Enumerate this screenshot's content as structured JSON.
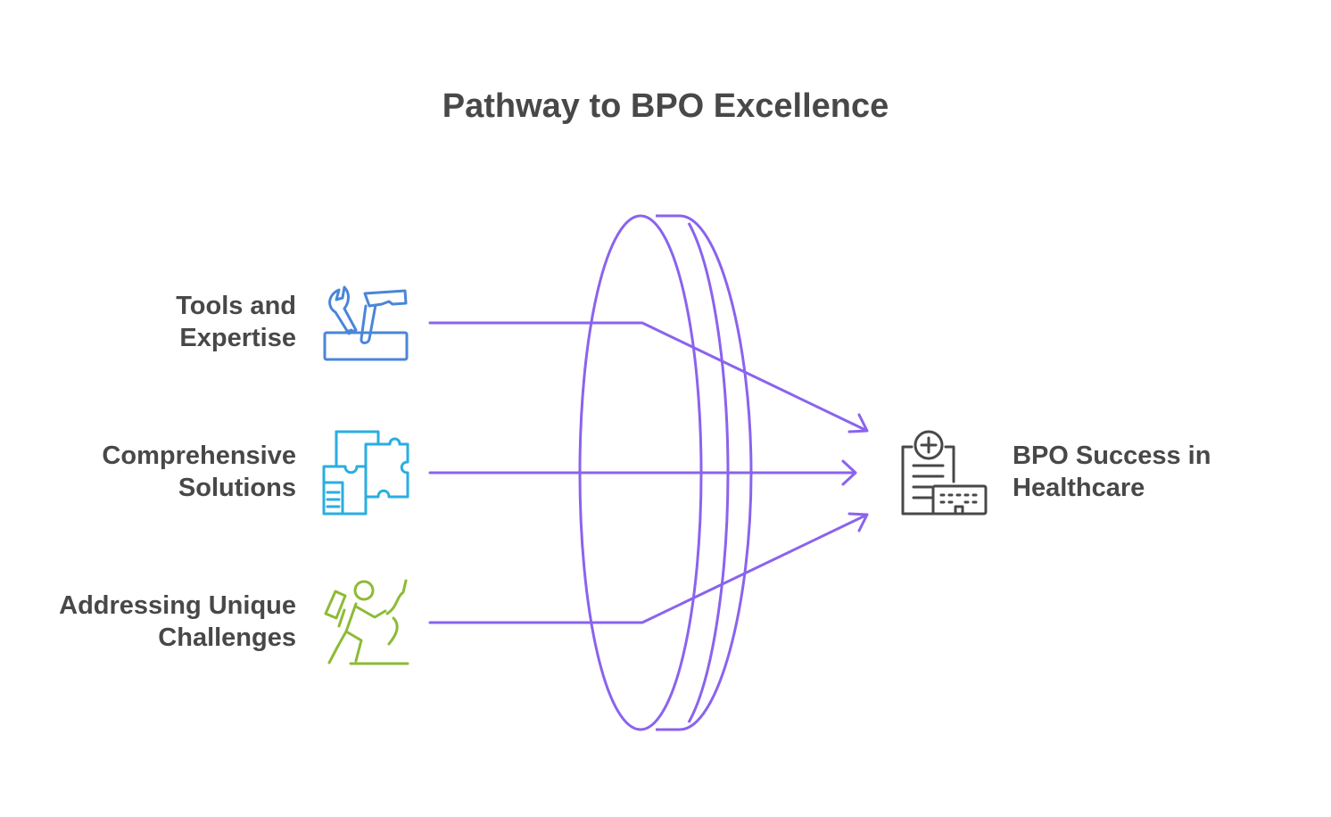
{
  "title": "Pathway to BPO Excellence",
  "inputs": [
    {
      "line1": "Tools and",
      "line2": "Expertise",
      "icon": "toolbox-icon",
      "color": "#4a86d8"
    },
    {
      "line1": "Comprehensive",
      "line2": "Solutions",
      "icon": "puzzle-icon",
      "color": "#29aee0"
    },
    {
      "line1": "Addressing Unique",
      "line2": "Challenges",
      "icon": "climber-icon",
      "color": "#8dbb35"
    }
  ],
  "output": {
    "line1": "BPO Success in",
    "line2": "Healthcare",
    "icon": "hospital-icon",
    "color": "#484848"
  },
  "lens_color": "#8a63ee"
}
